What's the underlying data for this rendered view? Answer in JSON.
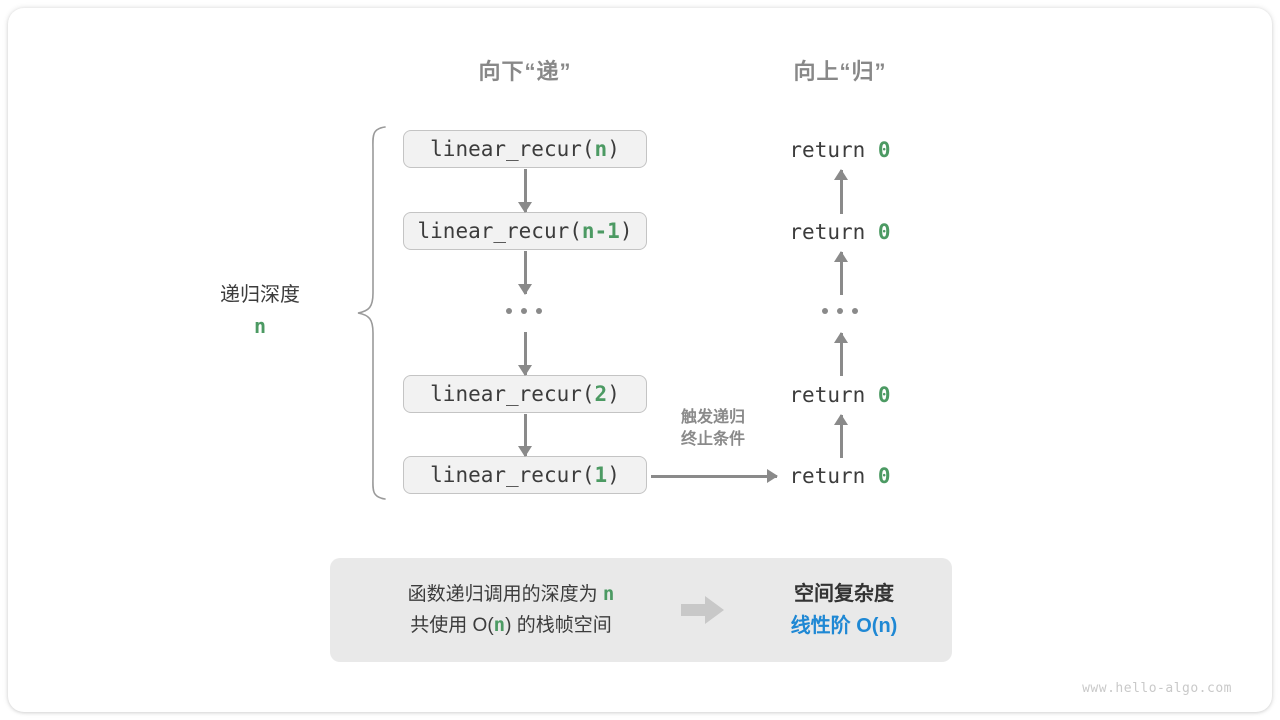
{
  "figure": {
    "headings": {
      "down": "向下“递”",
      "up": "向上“归”"
    },
    "depth_label": {
      "text": "递归深度",
      "value": "n"
    },
    "calls": [
      {
        "prefix": "linear_recur(",
        "arg": "n",
        "suffix": ")"
      },
      {
        "prefix": "linear_recur(",
        "arg": "n-1",
        "suffix": ")"
      },
      {
        "prefix": "linear_recur(",
        "arg": "2",
        "suffix": ")"
      },
      {
        "prefix": "linear_recur(",
        "arg": "1",
        "suffix": ")"
      }
    ],
    "returns": [
      {
        "keyword": "return",
        "value": "0"
      },
      {
        "keyword": "return",
        "value": "0"
      },
      {
        "keyword": "return",
        "value": "0"
      },
      {
        "keyword": "return",
        "value": "0"
      }
    ],
    "ellipsis": "...",
    "trigger_note_line1": "触发递归",
    "trigger_note_line2": "终止条件",
    "summary": {
      "left_line1_a": "函数递归调用的深度为 ",
      "left_line1_n": "n",
      "left_line2_a": "共使用 O(",
      "left_line2_n": "n",
      "left_line2_b": ") 的栈帧空间",
      "arrow_icon": "right-block-arrow",
      "right_title": "空间复杂度",
      "right_value": "线性阶 O(n)"
    },
    "footer": "www.hello-algo.com",
    "colors": {
      "accent_green": "#4c9a63",
      "accent_blue": "#1f88d4",
      "line_gray": "#8a8a8a",
      "heading_gray": "#888888",
      "box_fill": "#f2f2f2",
      "box_border": "#c4c4c4",
      "panel_fill": "#e9e9e9",
      "text_dark": "#3c3c3c",
      "footer_gray": "#c9c9c9"
    }
  }
}
